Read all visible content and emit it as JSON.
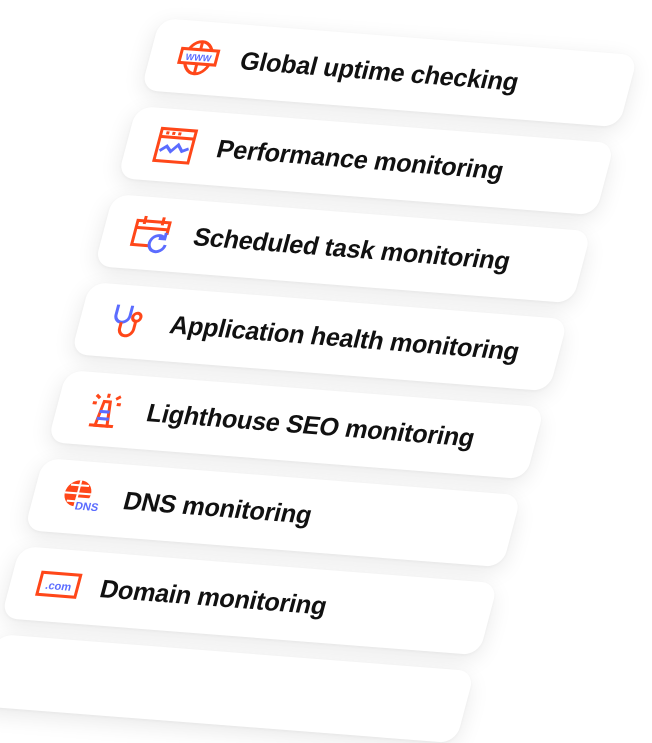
{
  "colors": {
    "accent": "#FF4719",
    "secondary": "#5B6CFF",
    "text": "#111111"
  },
  "features": [
    {
      "label": "Global uptime checking",
      "icon": "www-globe-icon"
    },
    {
      "label": "Performance monitoring",
      "icon": "browser-chart-icon"
    },
    {
      "label": "Scheduled task monitoring",
      "icon": "calendar-refresh-icon"
    },
    {
      "label": "Application health monitoring",
      "icon": "stethoscope-icon"
    },
    {
      "label": "Lighthouse SEO monitoring",
      "icon": "lighthouse-icon"
    },
    {
      "label": "DNS monitoring",
      "icon": "dns-globe-icon"
    },
    {
      "label": "Domain monitoring",
      "icon": "domain-com-icon"
    }
  ]
}
